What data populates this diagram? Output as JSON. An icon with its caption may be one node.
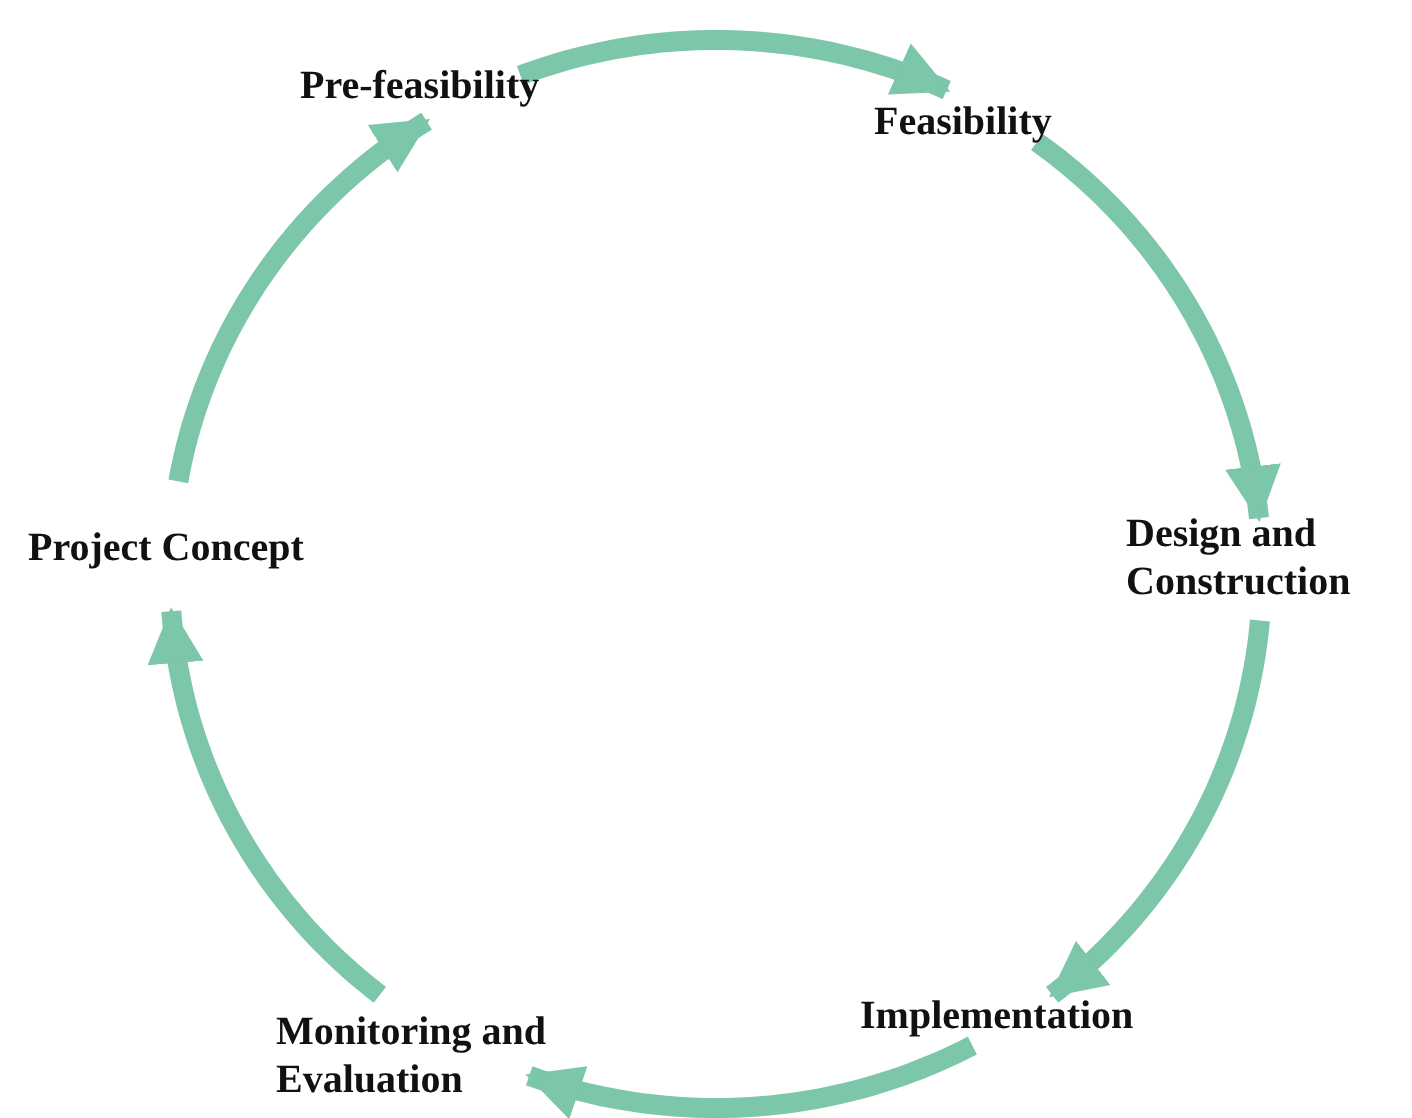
{
  "diagram": {
    "nodes": [
      {
        "text": [
          "Pre-feasibility"
        ]
      },
      {
        "text": [
          "Feasibility"
        ]
      },
      {
        "text": [
          "Design and Construction"
        ]
      },
      {
        "text": [
          "Implementation"
        ]
      },
      {
        "text": [
          "Monitoring and Evaluation"
        ]
      },
      {
        "text": [
          "Project Concept"
        ]
      }
    ],
    "edges": [
      {
        "from": 0,
        "to": 1,
        "arrow": "to"
      },
      {
        "from": 1,
        "to": 2,
        "arrow": "to"
      },
      {
        "from": 2,
        "to": 3,
        "arrow": "to"
      },
      {
        "from": 3,
        "to": 4,
        "arrow": "to"
      },
      {
        "from": 4,
        "to": 5,
        "arrow": "to"
      },
      {
        "from": 5,
        "to": 0,
        "arrow": "to"
      }
    ]
  }
}
